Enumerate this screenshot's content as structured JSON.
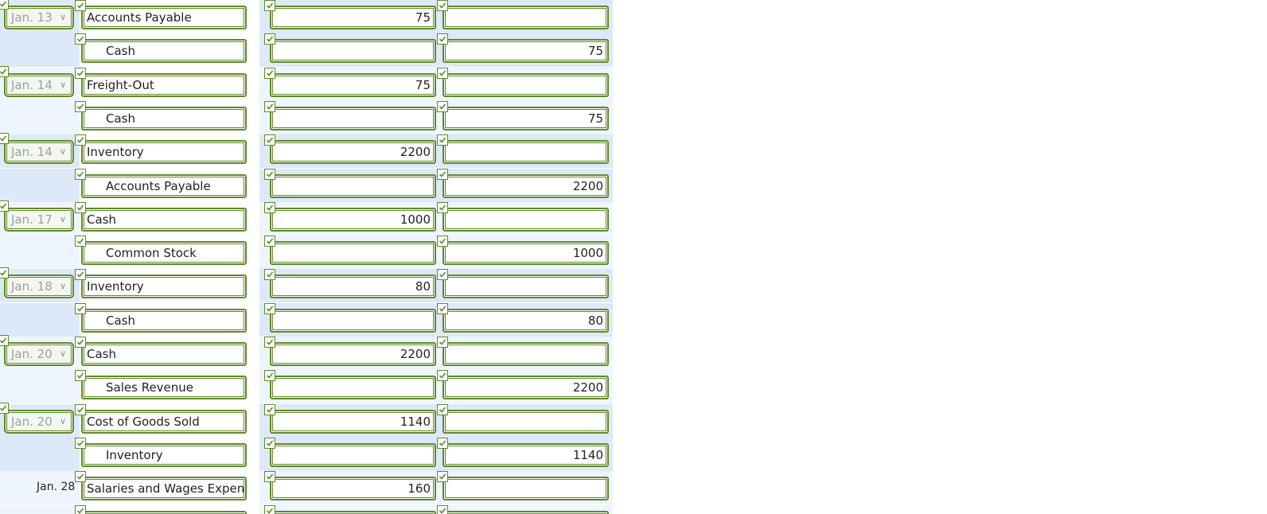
{
  "entries": [
    {
      "date": "Jan. 13",
      "account": "Accounts Payable",
      "indent": false,
      "debit": "75",
      "credit": "",
      "date_type": "select"
    },
    {
      "date": "",
      "account": "Cash",
      "indent": true,
      "debit": "",
      "credit": "75",
      "date_type": "none"
    },
    {
      "date": "Jan. 14",
      "account": "Freight-Out",
      "indent": false,
      "debit": "75",
      "credit": "",
      "date_type": "select"
    },
    {
      "date": "",
      "account": "Cash",
      "indent": true,
      "debit": "",
      "credit": "75",
      "date_type": "none"
    },
    {
      "date": "Jan. 14",
      "account": "Inventory",
      "indent": false,
      "debit": "2200",
      "credit": "",
      "date_type": "select"
    },
    {
      "date": "",
      "account": "Accounts Payable",
      "indent": true,
      "debit": "",
      "credit": "2200",
      "date_type": "none"
    },
    {
      "date": "Jan. 17",
      "account": "Cash",
      "indent": false,
      "debit": "1000",
      "credit": "",
      "date_type": "select"
    },
    {
      "date": "",
      "account": "Common Stock",
      "indent": true,
      "debit": "",
      "credit": "1000",
      "date_type": "none"
    },
    {
      "date": "Jan. 18",
      "account": "Inventory",
      "indent": false,
      "debit": "80",
      "credit": "",
      "date_type": "select"
    },
    {
      "date": "",
      "account": "Cash",
      "indent": true,
      "debit": "",
      "credit": "80",
      "date_type": "none"
    },
    {
      "date": "Jan. 20",
      "account": "Cash",
      "indent": false,
      "debit": "2200",
      "credit": "",
      "date_type": "select"
    },
    {
      "date": "",
      "account": "Sales Revenue",
      "indent": true,
      "debit": "",
      "credit": "2200",
      "date_type": "none"
    },
    {
      "date": "Jan. 20",
      "account": "Cost of Goods Sold",
      "indent": false,
      "debit": "1140",
      "credit": "",
      "date_type": "select"
    },
    {
      "date": "",
      "account": "Inventory",
      "indent": true,
      "debit": "",
      "credit": "1140",
      "date_type": "none"
    },
    {
      "date": "Jan. 28",
      "account": "Salaries and Wages Expens",
      "indent": false,
      "debit": "160",
      "credit": "",
      "date_type": "static"
    },
    {
      "date": "",
      "account": "",
      "indent": true,
      "debit": "",
      "credit": "",
      "date_type": "none"
    }
  ],
  "icons": {
    "check": "check-icon",
    "dropdown": "chevron-down-icon"
  },
  "colors": {
    "field_border": "#5e8a28",
    "row_light": "#eef5fe",
    "row_dark": "#dde9f8",
    "date_text_disabled": "#9aa0a6"
  }
}
